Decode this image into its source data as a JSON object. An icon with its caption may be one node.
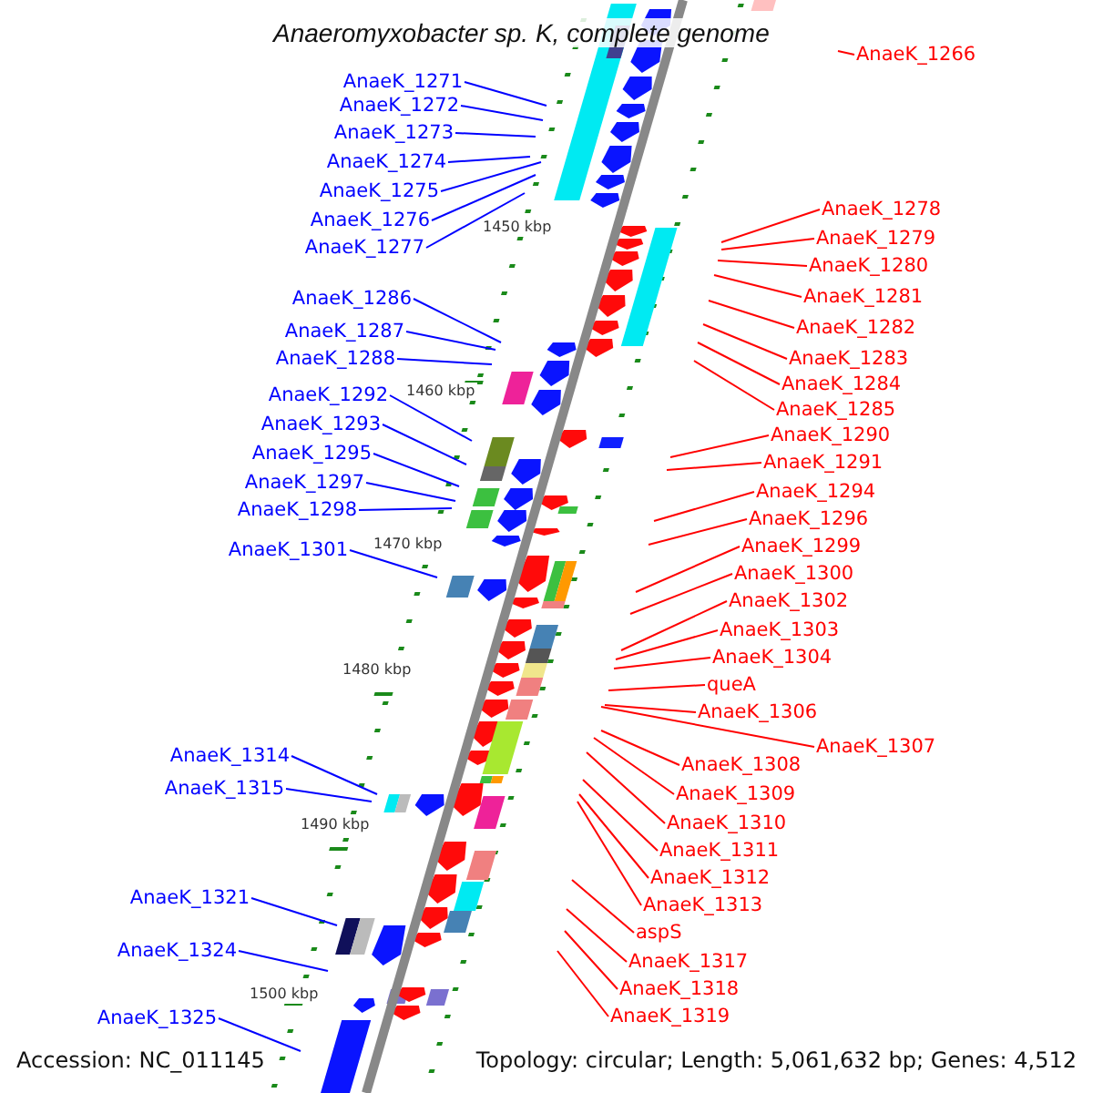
{
  "diagram": {
    "title": "Anaeromyxobacter sp. K, complete genome",
    "nodes": [
      {
        "text": [
          "AnaeK_1266"
        ]
      },
      {
        "text": [
          "AnaeK_1271"
        ]
      },
      {
        "text": [
          "AnaeK_1272"
        ]
      },
      {
        "text": [
          "AnaeK_1273"
        ]
      },
      {
        "text": [
          "AnaeK_1274"
        ]
      },
      {
        "text": [
          "AnaeK_1275"
        ]
      },
      {
        "text": [
          "AnaeK_1276"
        ]
      },
      {
        "text": [
          "AnaeK_1277"
        ]
      },
      {
        "text": [
          "AnaeK_1278"
        ]
      },
      {
        "text": [
          "AnaeK_1279"
        ]
      },
      {
        "text": [
          "AnaeK_1280"
        ]
      },
      {
        "text": [
          "AnaeK_1281"
        ]
      },
      {
        "text": [
          "AnaeK_1282"
        ]
      },
      {
        "text": [
          "AnaeK_1283"
        ]
      },
      {
        "text": [
          "AnaeK_1284"
        ]
      },
      {
        "text": [
          "AnaeK_1285"
        ]
      },
      {
        "text": [
          "AnaeK_1286"
        ]
      },
      {
        "text": [
          "AnaeK_1287"
        ]
      },
      {
        "text": [
          "AnaeK_1288"
        ]
      },
      {
        "text": [
          "AnaeK_1292"
        ]
      },
      {
        "text": [
          "AnaeK_1293"
        ]
      },
      {
        "text": [
          "AnaeK_1295"
        ]
      },
      {
        "text": [
          "AnaeK_1297"
        ]
      },
      {
        "text": [
          "AnaeK_1298"
        ]
      },
      {
        "text": [
          "AnaeK_1301"
        ]
      },
      {
        "text": [
          "AnaeK_1290"
        ]
      },
      {
        "text": [
          "AnaeK_1291"
        ]
      },
      {
        "text": [
          "AnaeK_1294"
        ]
      },
      {
        "text": [
          "AnaeK_1296"
        ]
      },
      {
        "text": [
          "AnaeK_1299"
        ]
      },
      {
        "text": [
          "AnaeK_1300"
        ]
      },
      {
        "text": [
          "AnaeK_1302"
        ]
      },
      {
        "text": [
          "AnaeK_1303"
        ]
      },
      {
        "text": [
          "AnaeK_1304"
        ]
      },
      {
        "text": [
          "queA"
        ]
      },
      {
        "text": [
          "AnaeK_1306"
        ]
      },
      {
        "text": [
          "AnaeK_1308"
        ]
      },
      {
        "text": [
          "AnaeK_1307"
        ]
      },
      {
        "text": [
          "AnaeK_1309"
        ]
      },
      {
        "text": [
          "AnaeK_1310"
        ]
      },
      {
        "text": [
          "AnaeK_1311"
        ]
      },
      {
        "text": [
          "AnaeK_1312"
        ]
      },
      {
        "text": [
          "AnaeK_1313"
        ]
      },
      {
        "text": [
          "aspS"
        ]
      },
      {
        "text": [
          "AnaeK_1317"
        ]
      },
      {
        "text": [
          "AnaeK_1318"
        ]
      },
      {
        "text": [
          "AnaeK_1319"
        ]
      },
      {
        "text": [
          "AnaeK_1314"
        ]
      },
      {
        "text": [
          "AnaeK_1315"
        ]
      },
      {
        "text": [
          "AnaeK_1321"
        ]
      },
      {
        "text": [
          "AnaeK_1324"
        ]
      },
      {
        "text": [
          "AnaeK_1325"
        ]
      }
    ],
    "edges": [
      {
        "from": 0,
        "to": null,
        "arrow": "none"
      },
      {
        "from": 1,
        "to": null,
        "arrow": "none",
        "color": "#0000ff"
      },
      {
        "from": 2,
        "to": null,
        "arrow": "none",
        "color": "#0000ff"
      },
      {
        "from": 3,
        "to": null,
        "arrow": "none",
        "color": "#0000ff"
      },
      {
        "from": 4,
        "to": null,
        "arrow": "none",
        "color": "#0000ff"
      },
      {
        "from": 5,
        "to": null,
        "arrow": "none",
        "color": "#0000ff"
      },
      {
        "from": 6,
        "to": null,
        "arrow": "none",
        "color": "#0000ff"
      },
      {
        "from": 7,
        "to": null,
        "arrow": "none",
        "color": "#0000ff"
      },
      {
        "from": 8,
        "to": null,
        "arrow": "none"
      },
      {
        "from": 9,
        "to": null,
        "arrow": "none"
      },
      {
        "from": 10,
        "to": null,
        "arrow": "none"
      },
      {
        "from": 11,
        "to": null,
        "arrow": "none"
      },
      {
        "from": 12,
        "to": null,
        "arrow": "none"
      },
      {
        "from": 13,
        "to": null,
        "arrow": "none"
      },
      {
        "from": 14,
        "to": null,
        "arrow": "none"
      },
      {
        "from": 15,
        "to": null,
        "arrow": "none"
      },
      {
        "from": 16,
        "to": null,
        "arrow": "none",
        "color": "#0000ff"
      },
      {
        "from": 17,
        "to": null,
        "arrow": "none",
        "color": "#0000ff"
      },
      {
        "from": 18,
        "to": null,
        "arrow": "none",
        "color": "#0000ff"
      },
      {
        "from": 19,
        "to": null,
        "arrow": "none",
        "color": "#0000ff"
      },
      {
        "from": 20,
        "to": null,
        "arrow": "none",
        "color": "#0000ff"
      },
      {
        "from": 21,
        "to": null,
        "arrow": "none",
        "color": "#0000ff"
      },
      {
        "from": 22,
        "to": null,
        "arrow": "none",
        "color": "#0000ff"
      },
      {
        "from": 23,
        "to": null,
        "arrow": "none",
        "color": "#0000ff"
      },
      {
        "from": 24,
        "to": null,
        "arrow": "none",
        "color": "#0000ff"
      },
      {
        "from": 25,
        "to": null,
        "arrow": "none"
      },
      {
        "from": 26,
        "to": null,
        "arrow": "none"
      },
      {
        "from": 27,
        "to": null,
        "arrow": "none"
      },
      {
        "from": 28,
        "to": null,
        "arrow": "none"
      },
      {
        "from": 29,
        "to": null,
        "arrow": "none"
      },
      {
        "from": 30,
        "to": null,
        "arrow": "none"
      },
      {
        "from": 31,
        "to": null,
        "arrow": "none"
      },
      {
        "from": 32,
        "to": null,
        "arrow": "none"
      },
      {
        "from": 33,
        "to": null,
        "arrow": "none"
      },
      {
        "from": 34,
        "to": null,
        "arrow": "none"
      },
      {
        "from": 35,
        "to": null,
        "arrow": "none"
      },
      {
        "from": 36,
        "to": null,
        "arrow": "none"
      },
      {
        "from": 37,
        "to": null,
        "arrow": "none"
      },
      {
        "from": 38,
        "to": null,
        "arrow": "none"
      },
      {
        "from": 39,
        "to": null,
        "arrow": "none"
      },
      {
        "from": 40,
        "to": null,
        "arrow": "none"
      },
      {
        "from": 41,
        "to": null,
        "arrow": "none"
      },
      {
        "from": 42,
        "to": null,
        "arrow": "none"
      },
      {
        "from": 43,
        "to": null,
        "arrow": "none"
      },
      {
        "from": 44,
        "to": null,
        "arrow": "none"
      },
      {
        "from": 45,
        "to": null,
        "arrow": "none"
      },
      {
        "from": 46,
        "to": null,
        "arrow": "none"
      },
      {
        "from": 47,
        "to": null,
        "arrow": "none",
        "color": "#0000ff"
      },
      {
        "from": 48,
        "to": null,
        "arrow": "none",
        "color": "#0000ff"
      },
      {
        "from": 49,
        "to": null,
        "arrow": "none",
        "color": "#0000ff"
      },
      {
        "from": 50,
        "to": null,
        "arrow": "none",
        "color": "#0000ff"
      },
      {
        "from": 51,
        "to": null,
        "arrow": "none",
        "color": "#0000ff"
      }
    ],
    "labels": [
      "1450 kbp",
      "1460 kbp",
      "1470 kbp",
      "1480 kbp",
      "1490 kbp",
      "1500 kbp",
      "Accession: NC_011145",
      "Topology: circular; Length: 5,061,632 bp; Genes: 4,512"
    ]
  }
}
